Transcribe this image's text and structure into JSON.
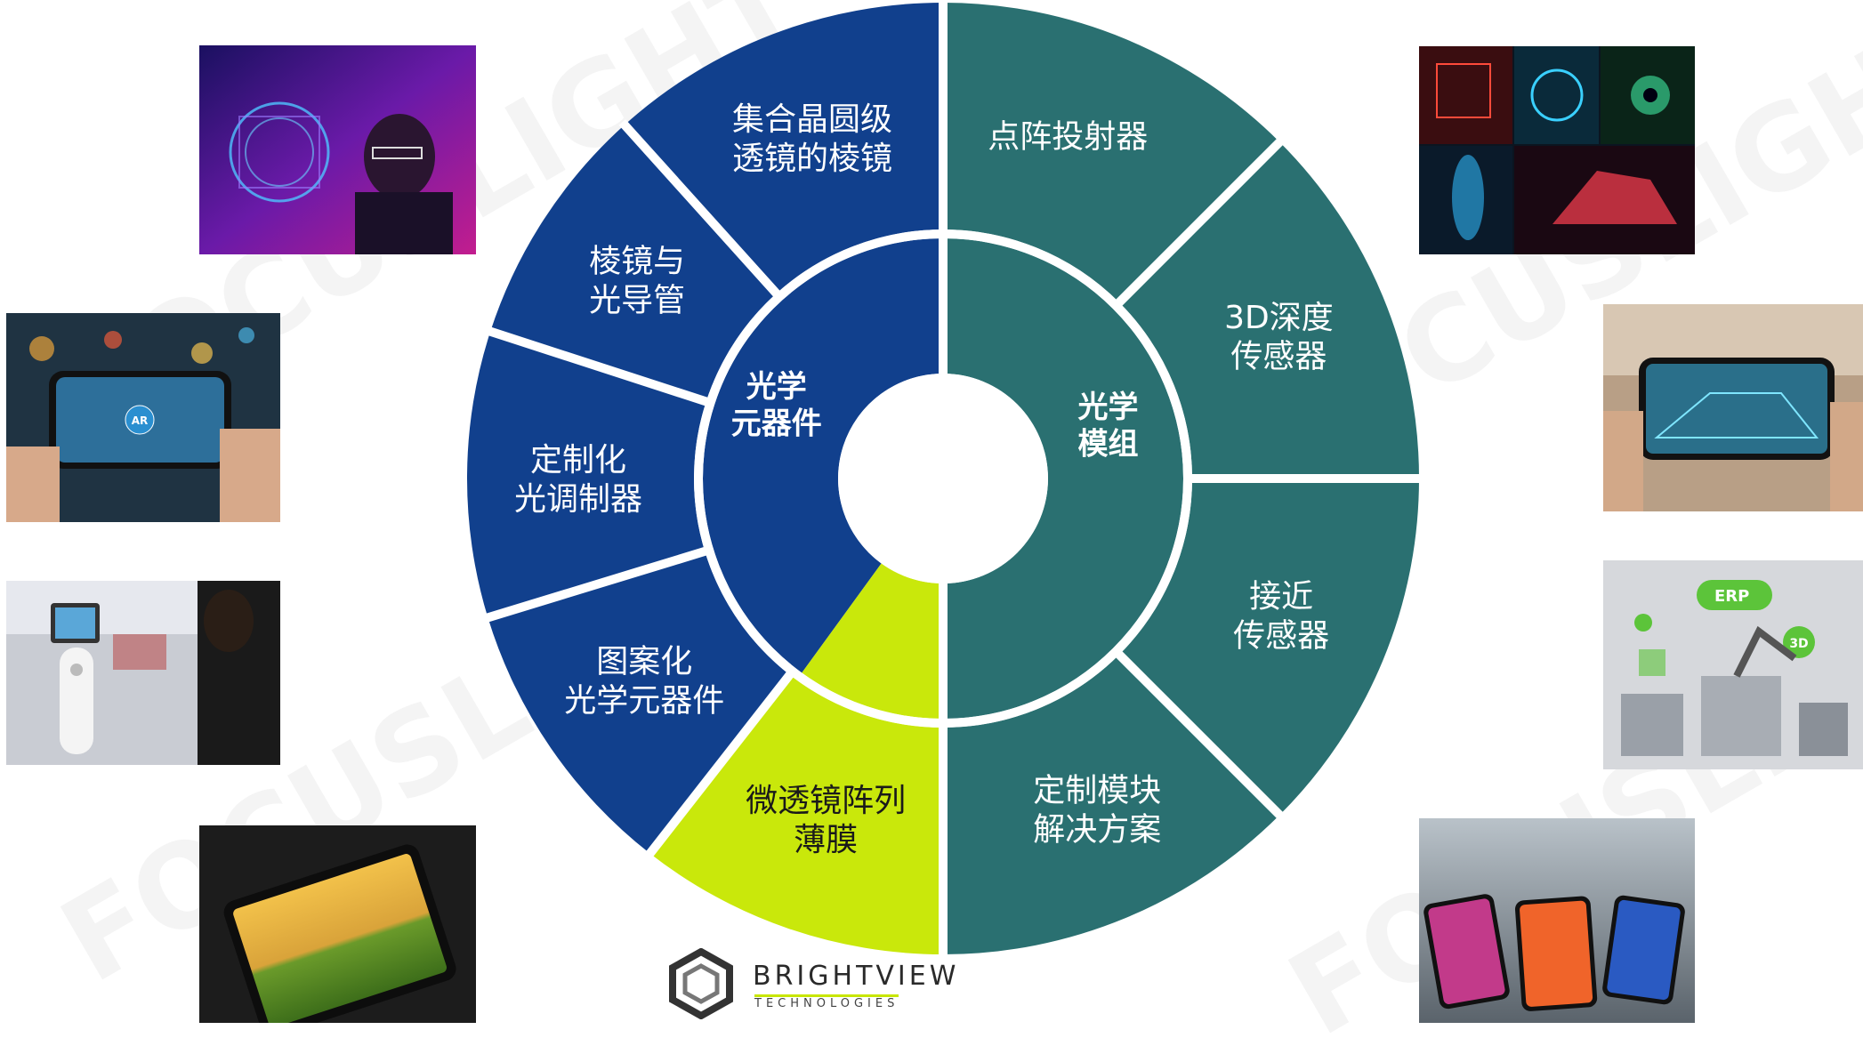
{
  "brand": {
    "name": "BRIGHTVIEW",
    "sub": "TECHNOLOGIES"
  },
  "inner": {
    "left": {
      "line1": "光学",
      "line2": "元器件"
    },
    "right": {
      "line1": "光学",
      "line2": "模组"
    }
  },
  "segments_left": [
    {
      "lines": [
        "集合晶圆级",
        "透镜的棱镜"
      ]
    },
    {
      "lines": [
        "棱镜与",
        "光导管"
      ]
    },
    {
      "lines": [
        "定制化",
        "光调制器"
      ]
    },
    {
      "lines": [
        "图案化",
        "光学元器件"
      ]
    },
    {
      "lines": [
        "微透镜阵列",
        "薄膜"
      ]
    }
  ],
  "segments_right": [
    {
      "lines": [
        "点阵投射器"
      ]
    },
    {
      "lines": [
        "3D深度",
        "传感器"
      ]
    },
    {
      "lines": [
        "接近",
        "传感器"
      ]
    },
    {
      "lines": [
        "定制模块",
        "解决方案"
      ]
    }
  ],
  "photos": [
    {
      "icon": "ar-hologram-photo"
    },
    {
      "icon": "phone-ar-street-photo",
      "badge": "AR"
    },
    {
      "icon": "service-robot-photo"
    },
    {
      "icon": "tablet-landscape-photo"
    },
    {
      "icon": "biometric-collage-photo"
    },
    {
      "icon": "phone-room-scan-photo"
    },
    {
      "icon": "erp-factory-illustration",
      "badge": "ERP",
      "badge2": "3D"
    },
    {
      "icon": "smartphones-table-photo"
    }
  ],
  "colors": {
    "blue": "#11408d",
    "teal": "#2a7071",
    "lime": "#c9e80b"
  }
}
